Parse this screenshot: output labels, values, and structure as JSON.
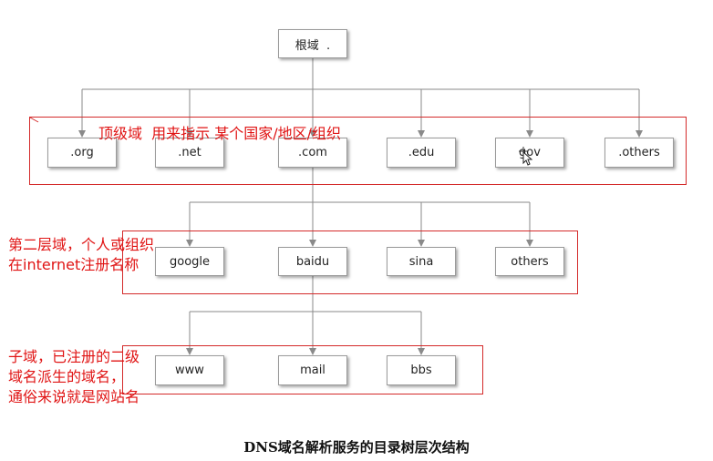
{
  "root": {
    "label": "根域  ."
  },
  "tld": {
    "annotation": "顶级域  用来指示 某个国家/地区/组织",
    "nodes": [
      ".org",
      ".net",
      ".com",
      ".edu",
      "gov",
      ".others"
    ]
  },
  "second_level": {
    "annotation_line1": "第二层域，个人或组织",
    "annotation_line2": "在internet注册名称",
    "nodes": [
      "google",
      "baidu",
      "sina",
      "others"
    ]
  },
  "sub_domain": {
    "annotation_line1": "子域，已注册的二级",
    "annotation_line2": "域名派生的域名，",
    "annotation_line3": "通俗来说就是网站名",
    "nodes": [
      "www",
      "mail",
      "bbs"
    ]
  },
  "caption": "DNS域名解析服务的目录树层次结构",
  "colors": {
    "annotation": "#e01414",
    "box_border": "#9a9a9a",
    "line": "#8a8a8a"
  }
}
